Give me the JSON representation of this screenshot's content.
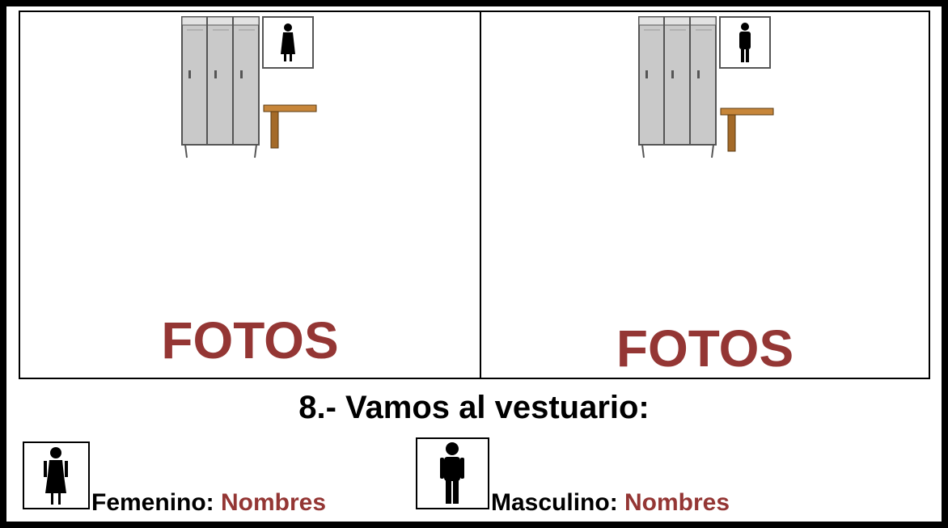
{
  "panels": [
    {
      "icon": "locker-room-female-icon",
      "caption": "FOTOS"
    },
    {
      "icon": "locker-room-male-icon",
      "caption": "FOTOS"
    }
  ],
  "heading": "8.-  Vamos al vestuario:",
  "groups": {
    "female": {
      "label": "Femenino: ",
      "value": "Nombres",
      "icon": "female-figure-icon"
    },
    "male": {
      "label": "Masculino: ",
      "value": "Nombres",
      "icon": "male-figure-icon"
    }
  },
  "colors": {
    "accent": "#943634",
    "border": "#000000"
  }
}
